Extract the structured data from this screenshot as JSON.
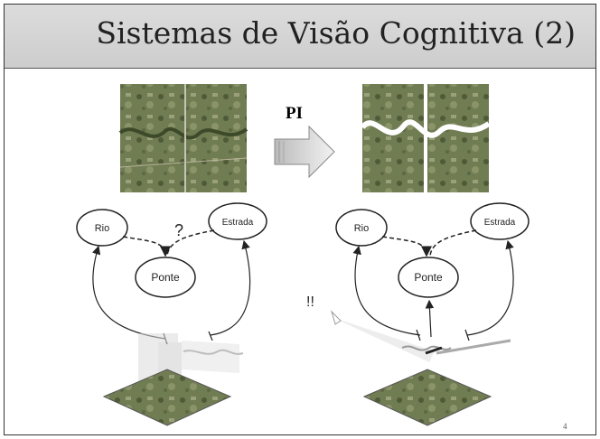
{
  "slide": {
    "title": "Sistemas de Visão Cognitiva (2)",
    "page_number": "4"
  },
  "process_label": "PI",
  "left_graph": {
    "river_node": "Rio",
    "road_node": "Estrada",
    "bridge_node": "Ponte",
    "query_mark": "?"
  },
  "right_graph": {
    "river_node": "Rio",
    "road_node": "Estrada",
    "bridge_node": "Ponte",
    "detection_mark": "!!"
  },
  "colors": {
    "title_bar": "#d4d4d4",
    "satellite_green": "#6d7a4e",
    "river_highlight": "#ffffff",
    "arrow_fill": "#e4e4e4"
  }
}
